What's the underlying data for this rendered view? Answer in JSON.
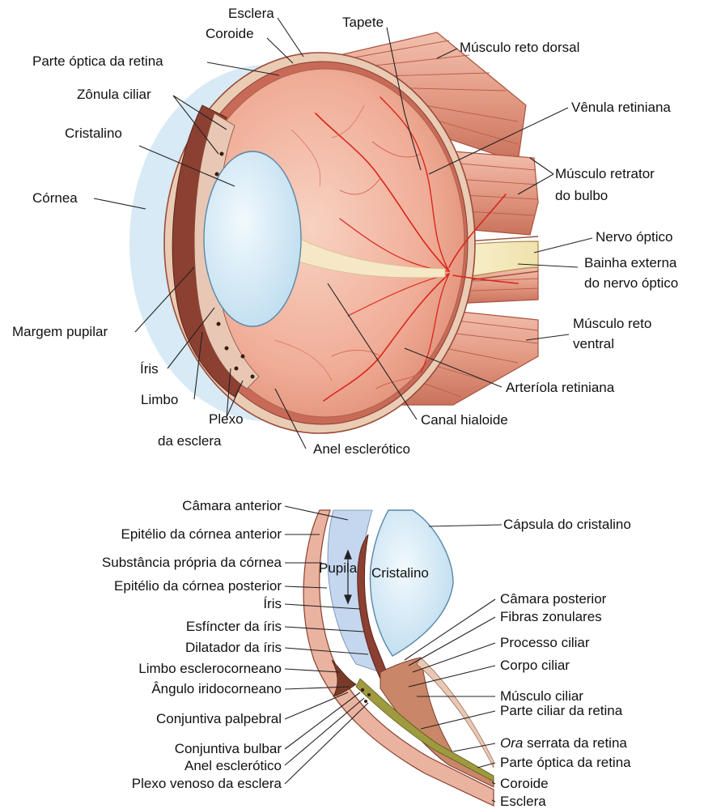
{
  "top_diagram": {
    "labels": {
      "esclera": "Esclera",
      "coroide": "Coroide",
      "tapete": "Tapete",
      "musculo_reto_dorsal": "Músculo reto dorsal",
      "parte_optica_retina": "Parte óptica da retina",
      "zonula_ciliar": "Zônula ciliar",
      "venula_retiniana": "Vênula retiniana",
      "cristalino": "Cristalino",
      "musculo_retrator_1": "Músculo retrator",
      "musculo_retrator_2": "do bulbo",
      "cornea": "Córnea",
      "nervo_optico": "Nervo óptico",
      "bainha_1": "Bainha externa",
      "bainha_2": "do nervo óptico",
      "margem_pupilar": "Margem pupilar",
      "musculo_reto_ventral_1": "Músculo reto",
      "musculo_reto_ventral_2": "ventral",
      "iris": "Íris",
      "arteriola_retiniana": "Arteríola retiniana",
      "limbo": "Limbo",
      "plexo_1": "Plexo",
      "plexo_2": "da esclera",
      "canal_hialoide": "Canal hialoide",
      "anel_escleroico": "Anel esclerótico"
    }
  },
  "bottom_diagram": {
    "labels": {
      "camara_anterior": "Câmara anterior",
      "capsula_cristalino": "Cápsula do cristalino",
      "epitelio_cornea_anterior": "Epitélio da córnea anterior",
      "substancia_propria": "Substância própria da córnea",
      "pupila": "Pupila",
      "cristalino": "Cristalino",
      "epitelio_cornea_posterior": "Epitélio da córnea posterior",
      "camara_posterior": "Câmara posterior",
      "iris": "Íris",
      "fibras_zonulares": "Fibras zonulares",
      "esfincter_iris": "Esfíncter da íris",
      "dilatador_iris": "Dilatador da íris",
      "processo_ciliar": "Processo ciliar",
      "limbo_esclerocorneano": "Limbo esclerocorneano",
      "corpo_ciliar": "Corpo ciliar",
      "angulo_iridocorneano": "Ângulo iridocorneano",
      "musculo_ciliar": "Músculo ciliar",
      "conjuntiva_palpebral": "Conjuntiva palpebral",
      "parte_ciliar_retina": "Parte ciliar da retina",
      "conjuntiva_bulbar": "Conjuntiva bulbar",
      "ora_italic": "Ora",
      "ora_rest": " serrata da retina",
      "anel_escleroico": "Anel esclerótico",
      "parte_optica_retina": "Parte óptica da retina",
      "plexo_venoso": "Plexo venoso da esclera",
      "coroide": "Coroide",
      "esclera": "Esclera"
    }
  },
  "colors": {
    "globe": "#f2b6a2",
    "sclera": "#eacbb4",
    "sclera_edge": "#9a4d3a",
    "muscle": "#e5a08c",
    "muscle_stripe": "#b85c48",
    "lens": "#d6ecf7",
    "lens_edge": "#5a87a8",
    "cornea_halo": "#cfe6f3",
    "vessel": "#d9261c",
    "nerve": "#f5ecc4",
    "iris": "#8c4032",
    "chamber": "#c5d6ef"
  }
}
